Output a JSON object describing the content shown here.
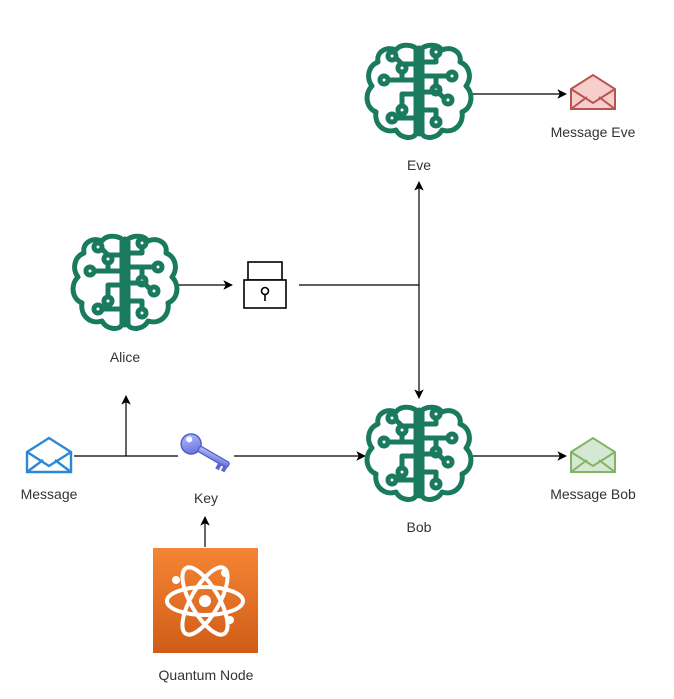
{
  "nodes": {
    "alice": {
      "label": "Alice"
    },
    "eve": {
      "label": "Eve"
    },
    "bob": {
      "label": "Bob"
    },
    "message": {
      "label": "Message"
    },
    "key": {
      "label": "Key"
    },
    "quantum": {
      "label": "Quantum Node"
    },
    "message_eve": {
      "label": "Message Eve"
    },
    "message_bob": {
      "label": "Message Bob"
    }
  },
  "icons": {
    "brain": "brain-circuit-icon",
    "lock": "lock-icon",
    "envelope": "envelope-icon",
    "key": "key-icon",
    "atom": "atom-icon"
  },
  "colors": {
    "brain": "#1a7a5e",
    "envelope_message": "#2b88d8",
    "envelope_eve_stroke": "#b85450",
    "envelope_eve_fill": "#f8cecc",
    "envelope_bob_stroke": "#82b366",
    "envelope_bob_fill": "#d5e8d4",
    "quantum_bg_top": "#f58534",
    "quantum_bg_bottom": "#d05c17",
    "key": "#7f8fe8",
    "edge": "#000000"
  }
}
